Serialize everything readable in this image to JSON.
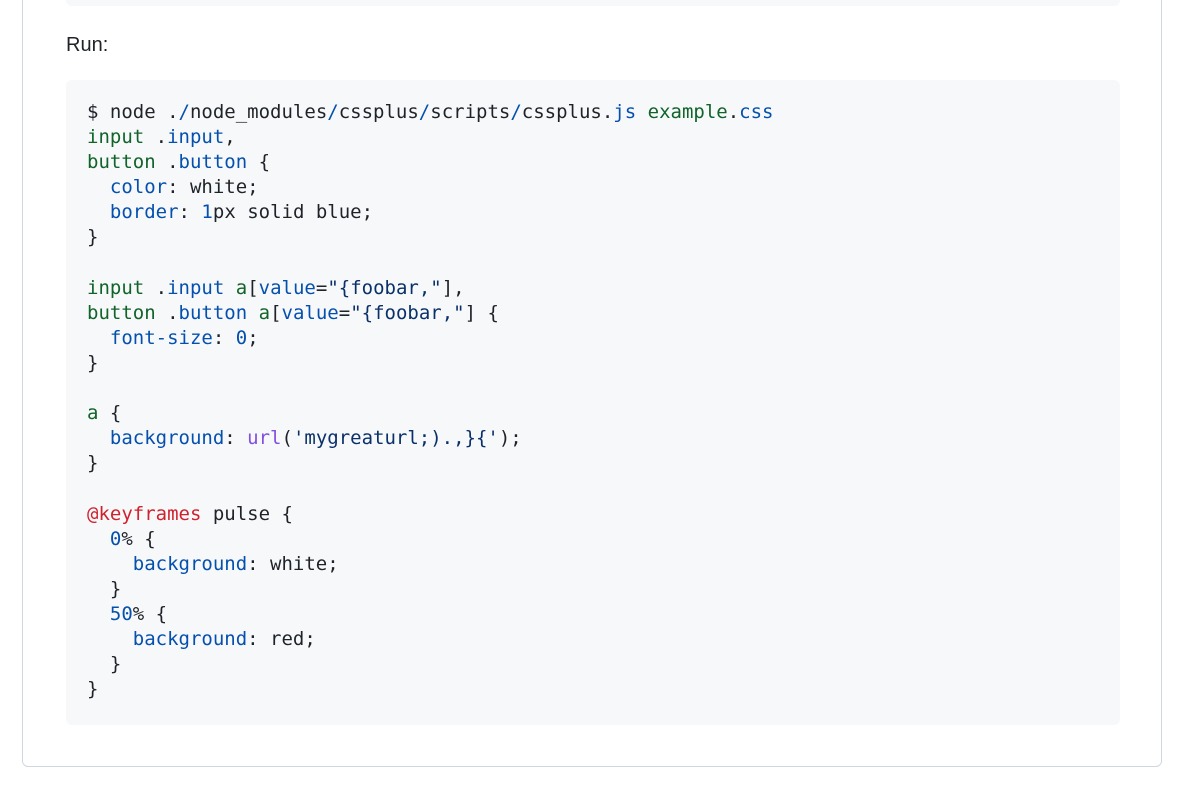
{
  "readme": {
    "run_label": "Run:"
  },
  "colors": {
    "plain": "#1f2328",
    "property": "#0550ae",
    "selector": "#116329",
    "string": "#0a3069",
    "function": "#8250df",
    "at_rule": "#cf222e",
    "code_background": "#f6f8fa",
    "border": "#d0d7de"
  },
  "code_lines": [
    [
      {
        "t": "$ node ",
        "c": "plain"
      },
      {
        "t": ".",
        "c": "plain"
      },
      {
        "t": "/",
        "c": "blue"
      },
      {
        "t": "node_modules",
        "c": "plain"
      },
      {
        "t": "/",
        "c": "blue"
      },
      {
        "t": "cssplus",
        "c": "plain"
      },
      {
        "t": "/",
        "c": "blue"
      },
      {
        "t": "scripts",
        "c": "plain"
      },
      {
        "t": "/",
        "c": "blue"
      },
      {
        "t": "cssplus.",
        "c": "plain"
      },
      {
        "t": "js",
        "c": "blue"
      },
      {
        "t": " ",
        "c": "plain"
      },
      {
        "t": "example",
        "c": "green"
      },
      {
        "t": ".",
        "c": "plain"
      },
      {
        "t": "css",
        "c": "blue"
      }
    ],
    [
      {
        "t": "input",
        "c": "green"
      },
      {
        "t": " .",
        "c": "plain"
      },
      {
        "t": "input",
        "c": "blue"
      },
      {
        "t": ",",
        "c": "plain"
      }
    ],
    [
      {
        "t": "button",
        "c": "green"
      },
      {
        "t": " .",
        "c": "plain"
      },
      {
        "t": "button",
        "c": "blue"
      },
      {
        "t": " {",
        "c": "plain"
      }
    ],
    [
      {
        "t": "  ",
        "c": "plain"
      },
      {
        "t": "color",
        "c": "blue"
      },
      {
        "t": ": white;",
        "c": "plain"
      }
    ],
    [
      {
        "t": "  ",
        "c": "plain"
      },
      {
        "t": "border",
        "c": "blue"
      },
      {
        "t": ": ",
        "c": "plain"
      },
      {
        "t": "1",
        "c": "blue"
      },
      {
        "t": "px solid blue;",
        "c": "plain"
      }
    ],
    [
      {
        "t": "}",
        "c": "plain"
      }
    ],
    [
      {
        "t": "",
        "c": "plain"
      }
    ],
    [
      {
        "t": "input",
        "c": "green"
      },
      {
        "t": " .",
        "c": "plain"
      },
      {
        "t": "input",
        "c": "blue"
      },
      {
        "t": " ",
        "c": "plain"
      },
      {
        "t": "a",
        "c": "green"
      },
      {
        "t": "[",
        "c": "plain"
      },
      {
        "t": "value",
        "c": "blue"
      },
      {
        "t": "=",
        "c": "plain"
      },
      {
        "t": "\"{foobar,\"",
        "c": "string"
      },
      {
        "t": "],",
        "c": "plain"
      }
    ],
    [
      {
        "t": "button",
        "c": "green"
      },
      {
        "t": " .",
        "c": "plain"
      },
      {
        "t": "button",
        "c": "blue"
      },
      {
        "t": " ",
        "c": "plain"
      },
      {
        "t": "a",
        "c": "green"
      },
      {
        "t": "[",
        "c": "plain"
      },
      {
        "t": "value",
        "c": "blue"
      },
      {
        "t": "=",
        "c": "plain"
      },
      {
        "t": "\"{foobar,\"",
        "c": "string"
      },
      {
        "t": "] {",
        "c": "plain"
      }
    ],
    [
      {
        "t": "  ",
        "c": "plain"
      },
      {
        "t": "font-size",
        "c": "blue"
      },
      {
        "t": ": ",
        "c": "plain"
      },
      {
        "t": "0",
        "c": "blue"
      },
      {
        "t": ";",
        "c": "plain"
      }
    ],
    [
      {
        "t": "}",
        "c": "plain"
      }
    ],
    [
      {
        "t": "",
        "c": "plain"
      }
    ],
    [
      {
        "t": "a",
        "c": "green"
      },
      {
        "t": " {",
        "c": "plain"
      }
    ],
    [
      {
        "t": "  ",
        "c": "plain"
      },
      {
        "t": "background",
        "c": "blue"
      },
      {
        "t": ": ",
        "c": "plain"
      },
      {
        "t": "url",
        "c": "purple"
      },
      {
        "t": "(",
        "c": "plain"
      },
      {
        "t": "'mygreaturl;).,}{'",
        "c": "string"
      },
      {
        "t": ");",
        "c": "plain"
      }
    ],
    [
      {
        "t": "}",
        "c": "plain"
      }
    ],
    [
      {
        "t": "",
        "c": "plain"
      }
    ],
    [
      {
        "t": "@keyframes",
        "c": "red"
      },
      {
        "t": " pulse {",
        "c": "plain"
      }
    ],
    [
      {
        "t": "  ",
        "c": "plain"
      },
      {
        "t": "0",
        "c": "blue"
      },
      {
        "t": "% {",
        "c": "plain"
      }
    ],
    [
      {
        "t": "    ",
        "c": "plain"
      },
      {
        "t": "background",
        "c": "blue"
      },
      {
        "t": ": white;",
        "c": "plain"
      }
    ],
    [
      {
        "t": "  }",
        "c": "plain"
      }
    ],
    [
      {
        "t": "  ",
        "c": "plain"
      },
      {
        "t": "50",
        "c": "blue"
      },
      {
        "t": "% {",
        "c": "plain"
      }
    ],
    [
      {
        "t": "    ",
        "c": "plain"
      },
      {
        "t": "background",
        "c": "blue"
      },
      {
        "t": ": red;",
        "c": "plain"
      }
    ],
    [
      {
        "t": "  }",
        "c": "plain"
      }
    ],
    [
      {
        "t": "}",
        "c": "plain"
      }
    ]
  ]
}
